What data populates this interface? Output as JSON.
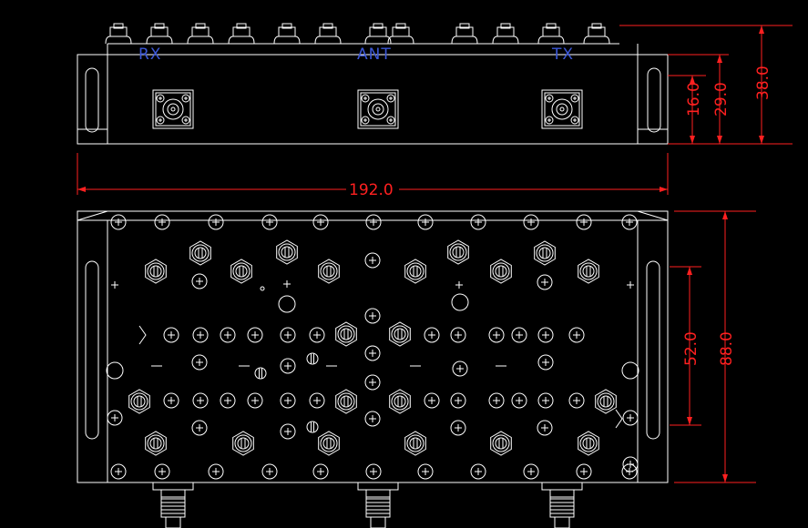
{
  "colors": {
    "background": "#000000",
    "drawing": "#ffffff",
    "dimension": "#ff2020",
    "port_label": "#3b57d6"
  },
  "ports": {
    "rx": "RX",
    "ant": "ANT",
    "tx": "TX"
  },
  "dimensions": {
    "width": "192.0",
    "side_height_1": "16.0",
    "side_height_2": "29.0",
    "side_height_3": "38.0",
    "top_inner": "52.0",
    "top_outer": "88.0"
  }
}
